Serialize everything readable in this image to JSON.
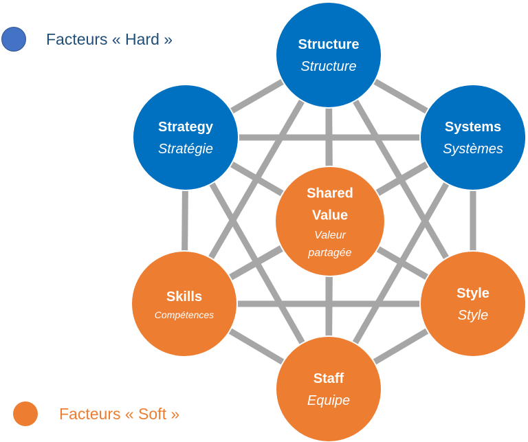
{
  "legend": {
    "hard": {
      "label": "Facteurs « Hard »",
      "color": "#4472C4",
      "text_color": "#1F4E79"
    },
    "soft": {
      "label": "Facteurs « Soft »",
      "color": "#ED7D31",
      "text_color": "#ED7D31"
    }
  },
  "colors": {
    "hard_node": "#0070C0",
    "soft_node": "#ED7D31",
    "connector": "#A6A6A6"
  },
  "nodes": [
    {
      "id": "structure",
      "title": [
        "Structure"
      ],
      "subtitle": [
        "Structure"
      ],
      "category": "hard"
    },
    {
      "id": "strategy",
      "title": [
        "Strategy"
      ],
      "subtitle": [
        "Stratégie"
      ],
      "category": "hard"
    },
    {
      "id": "systems",
      "title": [
        "Systems"
      ],
      "subtitle": [
        "Systèmes"
      ],
      "category": "hard"
    },
    {
      "id": "skills",
      "title": [
        "Skills"
      ],
      "subtitle": [
        "Compétences"
      ],
      "category": "soft"
    },
    {
      "id": "style",
      "title": [
        "Style"
      ],
      "subtitle": [
        "Style"
      ],
      "category": "soft"
    },
    {
      "id": "staff",
      "title": [
        "Staff"
      ],
      "subtitle": [
        "Equipe"
      ],
      "category": "soft"
    },
    {
      "id": "shared-value",
      "title": [
        "Shared",
        "Value"
      ],
      "subtitle": [
        "Valeur",
        "partagée"
      ],
      "category": "soft"
    }
  ],
  "edges": [
    [
      "structure",
      "strategy"
    ],
    [
      "structure",
      "systems"
    ],
    [
      "structure",
      "skills"
    ],
    [
      "structure",
      "style"
    ],
    [
      "structure",
      "staff"
    ],
    [
      "structure",
      "shared-value"
    ],
    [
      "strategy",
      "systems"
    ],
    [
      "strategy",
      "skills"
    ],
    [
      "strategy",
      "style"
    ],
    [
      "strategy",
      "staff"
    ],
    [
      "strategy",
      "shared-value"
    ],
    [
      "systems",
      "skills"
    ],
    [
      "systems",
      "style"
    ],
    [
      "systems",
      "staff"
    ],
    [
      "systems",
      "shared-value"
    ],
    [
      "skills",
      "style"
    ],
    [
      "skills",
      "staff"
    ],
    [
      "skills",
      "shared-value"
    ],
    [
      "style",
      "staff"
    ],
    [
      "style",
      "shared-value"
    ],
    [
      "staff",
      "shared-value"
    ]
  ]
}
